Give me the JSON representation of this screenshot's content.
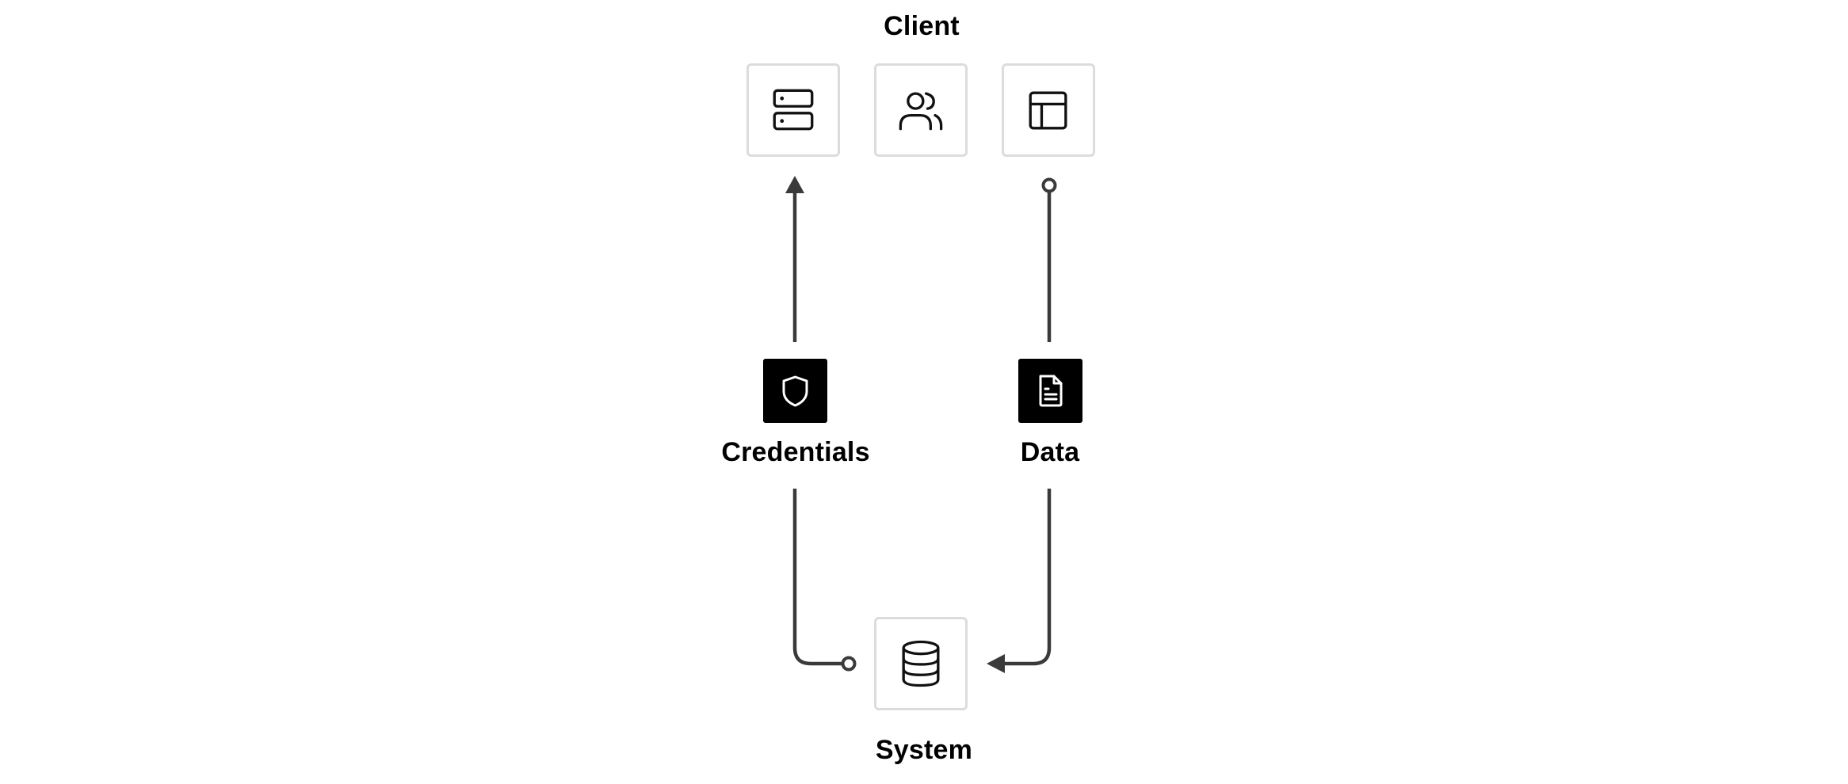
{
  "labels": {
    "client": "Client",
    "credentials": "Credentials",
    "data": "Data",
    "system": "System"
  },
  "icons": {
    "client": [
      "server-icon",
      "users-icon",
      "layout-icon"
    ],
    "credentials": "shield-icon",
    "data": "document-icon",
    "system": "database-icon"
  },
  "colors": {
    "line": "#3a3a3a",
    "box_border": "#dcdcdc",
    "dark_tile": "#000000"
  }
}
